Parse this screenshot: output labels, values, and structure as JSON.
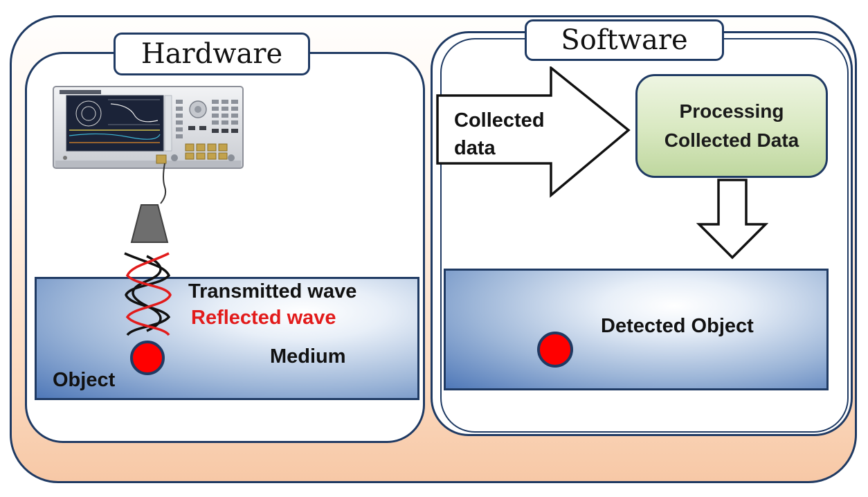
{
  "hardware": {
    "title": "Hardware",
    "labels": {
      "transmitted": "Transmitted wave",
      "reflected": "Reflected wave",
      "medium": "Medium",
      "object": "Object"
    }
  },
  "software": {
    "title": "Software",
    "arrow_label_line1": "Collected",
    "arrow_label_line2": "data",
    "processing_line1": "Processing",
    "processing_line2": "Collected Data",
    "detected_label": "Detected Object"
  },
  "colors": {
    "border": "#1f3a63",
    "object_red": "#ff0000",
    "reflected_text": "#e21b1b",
    "processing_fill": "#d8e8c0"
  },
  "icons": [
    "network-analyzer-icon",
    "horn-antenna-icon",
    "wave-icon",
    "arrow-right-icon",
    "arrow-down-icon"
  ]
}
